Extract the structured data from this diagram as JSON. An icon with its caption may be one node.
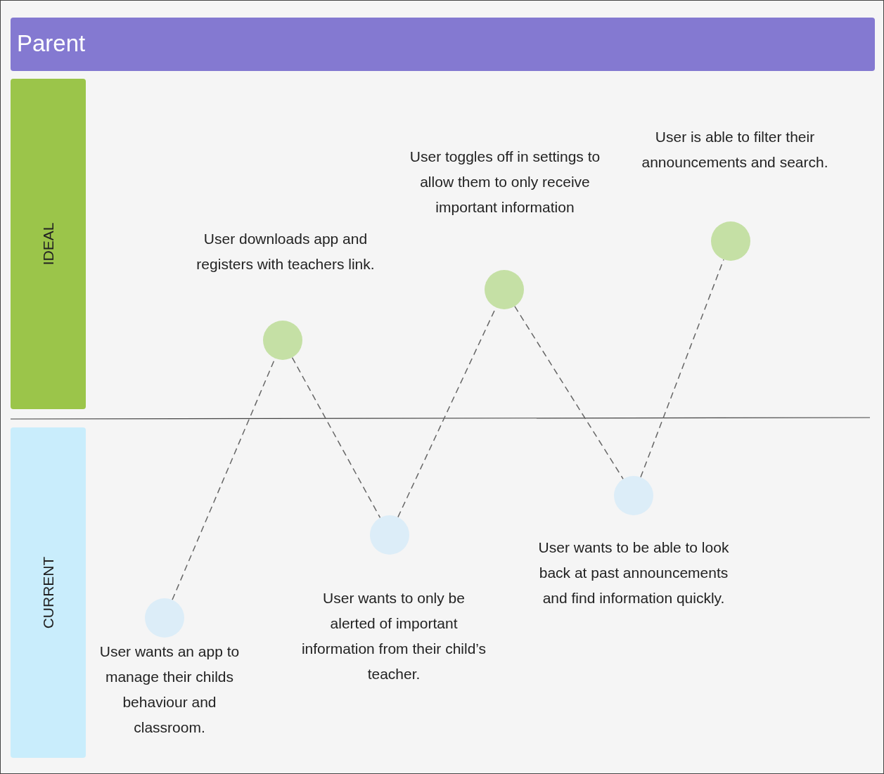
{
  "diagram": {
    "nodes": [
      {
        "text": [
          "Parent"
        ]
      },
      {
        "text": [
          "IDEAL"
        ]
      },
      {
        "text": [
          "CURRENT"
        ]
      },
      {
        "text": [],
        "shape": "circle",
        "beside": [
          "User wants an app to manage their childs behaviour and classroom."
        ]
      },
      {
        "text": [],
        "shape": "circle",
        "beside": [
          "User downloads app and registers with teachers link."
        ]
      },
      {
        "text": [],
        "shape": "circle",
        "beside": [
          "User wants to only be alerted of important information from their child’s teacher."
        ]
      },
      {
        "text": [],
        "shape": "circle",
        "beside": [
          "User toggles off in settings to allow them to only receive important information"
        ]
      },
      {
        "text": [],
        "shape": "circle",
        "beside": [
          "User wants to be able to look back at past announcements and find information quickly."
        ]
      },
      {
        "text": [],
        "shape": "circle",
        "beside": [
          "User is able to filter their announcements and search."
        ]
      }
    ],
    "edges": [
      {
        "from": 3,
        "to": 4,
        "arrow": "none",
        "style": "dashed"
      },
      {
        "from": 4,
        "to": 5,
        "arrow": "none",
        "style": "dashed"
      },
      {
        "from": 5,
        "to": 6,
        "arrow": "none",
        "style": "dashed"
      },
      {
        "from": 6,
        "to": 7,
        "arrow": "none",
        "style": "dashed"
      },
      {
        "from": 7,
        "to": 8,
        "arrow": "none",
        "style": "dashed"
      }
    ]
  }
}
